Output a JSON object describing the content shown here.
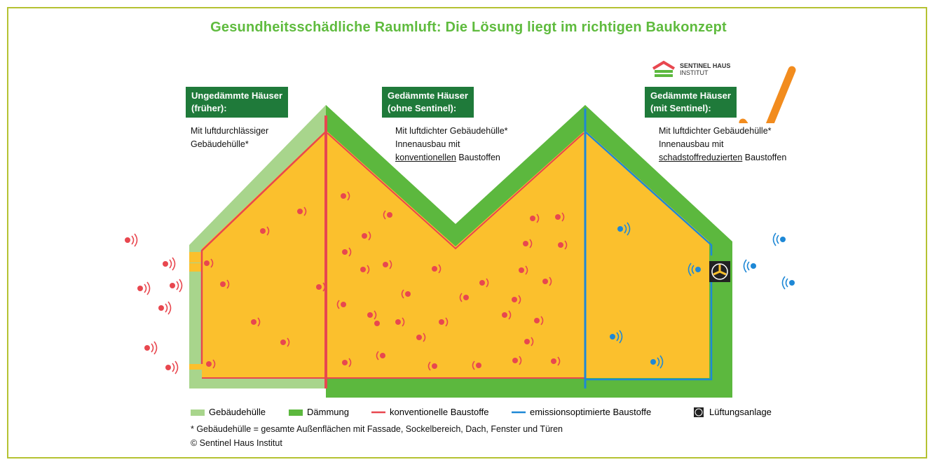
{
  "title": "Gesundheitsschädliche Raumluft: Die Lösung liegt im richtigen Baukonzept",
  "logo": {
    "line1": "SENTINEL HAUS",
    "line2": "INSTITUT",
    "icon": "house-logo-icon"
  },
  "panels": [
    {
      "title1": "Ungedämmte Häuser",
      "title2": "(früher):",
      "body": [
        "Mit luftdurchlässiger",
        "Gebäudehülle*"
      ]
    },
    {
      "title1": "Gedämmte Häuser",
      "title2": "(ohne Sentinel):",
      "body1": "Mit luftdichter Gebäudehülle*",
      "body2": "Innenausbau mit",
      "body3_u": "konventionellen",
      "body3_rest": " Baustoffen"
    },
    {
      "title1": "Gedämmte Häuser",
      "title2": "(mit Sentinel):",
      "body1": "Mit luftdichter Gebäudehülle*",
      "body2": "Innenausbau mit",
      "body3_u": "schadstoffreduzierten",
      "body3_rest": " Baustoffen"
    }
  ],
  "legend": {
    "huelle": "Gebäudehülle",
    "daemmung": "Dämmung",
    "konventionell": "konventionelle Baustoffe",
    "emission": "emissionsoptimierte Baustoffe",
    "lueftung": "Lüftungsanlage"
  },
  "footnote": "* Gebäudehülle = gesamte Außenflächen mit Fassade, Sockelbereich, Dach, Fenster und Türen",
  "copyright": "© Sentinel Haus Institut",
  "colors": {
    "frame": "#b5c232",
    "title": "#5fbb3e",
    "huelle": "#a8d58c",
    "daemmung": "#5cb83e",
    "interior": "#fbc02d",
    "red": "#e8474f",
    "blue": "#1e88d6",
    "panel": "#1f7a3a",
    "check": "#f28c1e"
  }
}
